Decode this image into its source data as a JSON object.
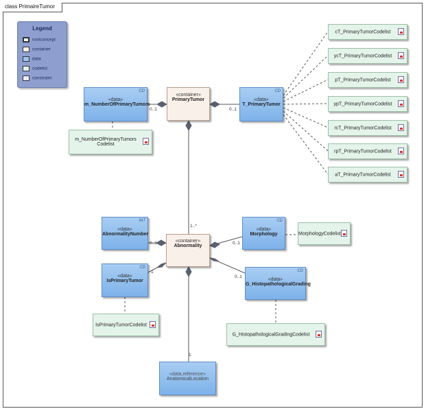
{
  "frame_title": "class PrimaireTumor",
  "legend": {
    "title": "Legend",
    "items": [
      {
        "label": "rootconcept",
        "color": "#ffffff"
      },
      {
        "label": "container",
        "color": "#faf0ea"
      },
      {
        "label": "data",
        "color": "#9ac4f0"
      },
      {
        "label": "codelist",
        "color": "#e4f4ea"
      },
      {
        "label": "constraint",
        "color": "#efeaf5"
      }
    ]
  },
  "classes": {
    "primary_tumor": {
      "stereo": "«container»",
      "name": "PrimaryTumor"
    },
    "n_primary": {
      "stereo": "«data»",
      "name": "m_NumberOfPrimaryTumors",
      "tag": "CD"
    },
    "t_primary": {
      "stereo": "«data»",
      "name": "T_PrimaryTumor",
      "tag": "CD"
    },
    "abnormality": {
      "stereo": "«container»",
      "name": "Abnormality"
    },
    "abn_number": {
      "stereo": "«data»",
      "name": "AbnormalityNumber",
      "tag": "INT"
    },
    "morphology": {
      "stereo": "«data»",
      "name": "Morphology",
      "tag": "CD"
    },
    "is_primary": {
      "stereo": "«data»",
      "name": "IsPrimaryTumor",
      "tag": "CD"
    },
    "histo": {
      "stereo": "«data»",
      "name": "G_HistopathologicalGrading",
      "tag": "CD"
    },
    "anatomical": {
      "stereo": "«data,reference»",
      "name": "AnatomicalLocation"
    }
  },
  "codelists": {
    "n_primary": "m_NumberOfPrimaryTumors Codelist",
    "ct": "cT_PrimaryTumorCodelist",
    "yct": "ycT_PrimaryTumorCodelist",
    "pt": "pT_PrimaryTumorCodelist",
    "ypt": "ypT_PrimaryTumorCodelist",
    "rct": "rcT_PrimaryTumorCodelist",
    "rpt": "rpT_PrimaryTumorCodelist",
    "at": "aT_PrimaryTumorCodelist",
    "morphology": "MorphologyCodelist",
    "is_primary": "IsPrimaryTumorCodelist",
    "histo": "G_HistopathologicalGradingCodelist"
  },
  "multiplicities": {
    "m1": "0..1",
    "m2": "0..1",
    "m3": "1..*",
    "m4": "0..1",
    "m5": "0..1",
    "m6": "1",
    "m7": "0..1",
    "m8": "1"
  }
}
